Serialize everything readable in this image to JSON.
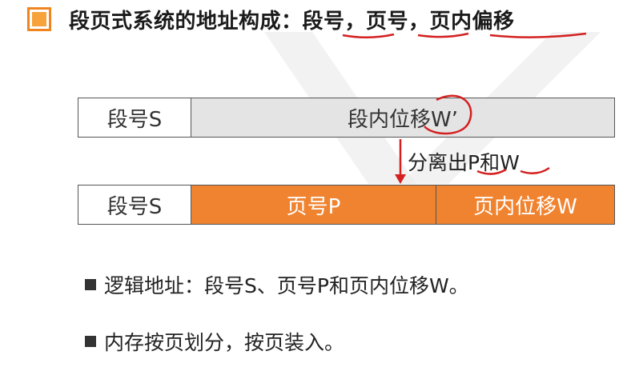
{
  "heading": {
    "text": "段页式系统的地址构成：段号，页号，页内偏移"
  },
  "logical_address": {
    "segment_label": "段号S",
    "offset_label": "段内位移W’"
  },
  "split_annotation": {
    "label": "分离出P和W"
  },
  "physical_address": {
    "segment_label": "段号S",
    "page_label": "页号P",
    "page_offset_label": "页内位移W"
  },
  "bullets": [
    "逻辑地址：段号S、页号P和页内位移W。",
    "内存按页划分，按页装入。"
  ],
  "colors": {
    "accent_orange": "#f08330",
    "offset_gray": "#e4e4e4",
    "annotation_red": "#d42020"
  }
}
